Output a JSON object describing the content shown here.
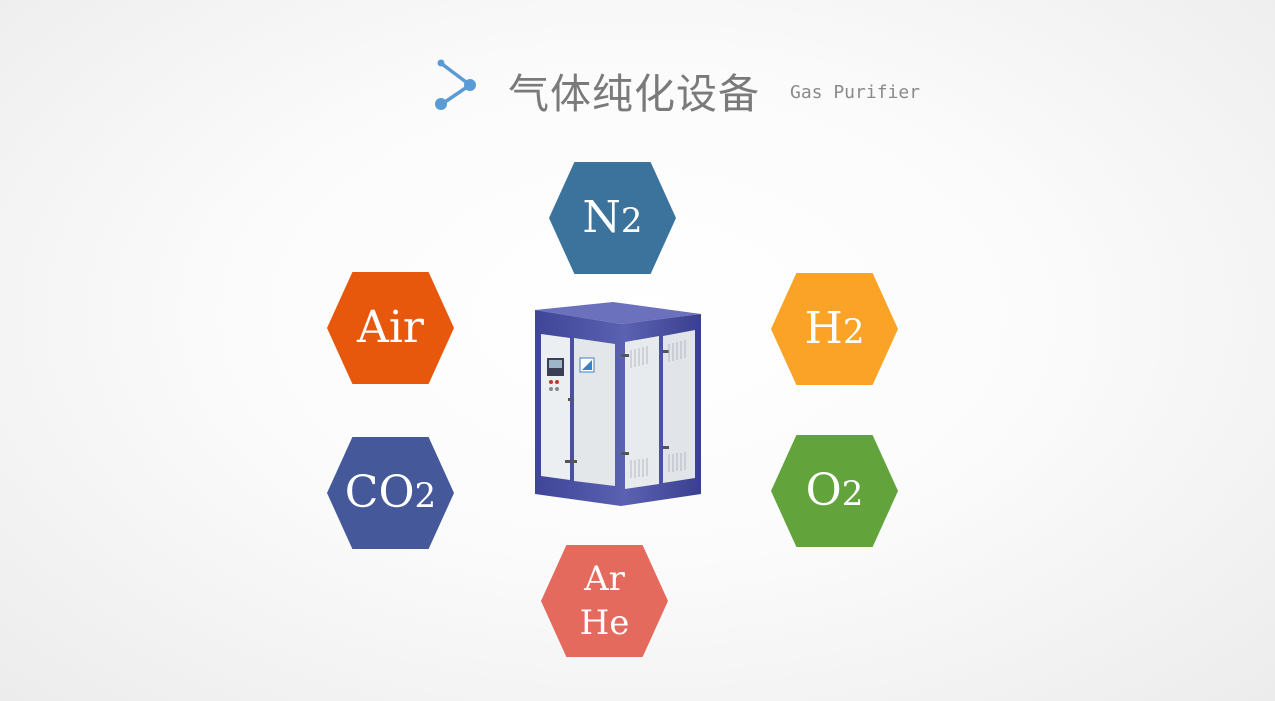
{
  "header": {
    "title_cn": "气体纯化设备",
    "title_en": "Gas Purifier",
    "icon": "share-node-icon",
    "icon_color": "#5b9bd5"
  },
  "gases": {
    "n2": {
      "symbol": "N",
      "subscript": "2",
      "color": "#3c739c"
    },
    "air": {
      "label": "Air",
      "color": "#e8580c"
    },
    "h2": {
      "symbol": "H",
      "subscript": "2",
      "color": "#fba326"
    },
    "co2": {
      "symbol": "CO",
      "subscript": "2",
      "color": "#44589a"
    },
    "o2": {
      "symbol": "O",
      "subscript": "2",
      "color": "#62a43b"
    },
    "ar_he": {
      "line1": "Ar",
      "line2": "He",
      "color": "#e46a5d"
    }
  },
  "device": {
    "icon": "gas-purifier-cabinet-illustration",
    "frame_color": "#4d54a3"
  }
}
